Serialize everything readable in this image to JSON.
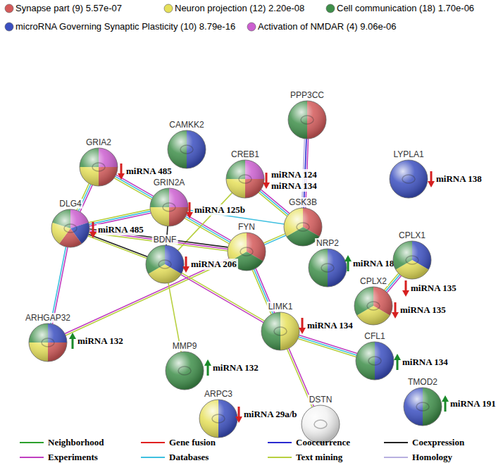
{
  "diagram": {
    "nodes": [
      {
        "text": [
          "CAMKK2"
        ]
      },
      {
        "text": [
          "PPP3CC"
        ]
      },
      {
        "text": [
          "GRIA2",
          "miRNA 485"
        ]
      },
      {
        "text": [
          "CREB1",
          "miRNA 124",
          "miRNA 134"
        ]
      },
      {
        "text": [
          "LYPLA1",
          "miRNA 138"
        ]
      },
      {
        "text": [
          "GRIN2A",
          "miRNA 125b"
        ]
      },
      {
        "text": [
          "GSK3B"
        ]
      },
      {
        "text": [
          "DLG4",
          "miRNA 485"
        ]
      },
      {
        "text": [
          "FYN"
        ]
      },
      {
        "text": [
          "NRP2",
          "miRNA 188"
        ]
      },
      {
        "text": [
          "CPLX1",
          "miRNA 135"
        ]
      },
      {
        "text": [
          "BDNF",
          "miRNA 206"
        ]
      },
      {
        "text": [
          "CPLX2",
          "miRNA 135"
        ]
      },
      {
        "text": [
          "LIMK1",
          "miRNA 134"
        ]
      },
      {
        "text": [
          "ARHGAP32",
          "miRNA 132"
        ]
      },
      {
        "text": [
          "CFL1",
          "miRNA 134"
        ]
      },
      {
        "text": [
          "MMP9",
          "miRNA 132"
        ]
      },
      {
        "text": [
          "ARPC3",
          "miRNA 29a/b"
        ]
      },
      {
        "text": [
          "DSTN"
        ]
      },
      {
        "text": [
          "TMOD2",
          "miRNA 191"
        ]
      }
    ],
    "edges": [
      {
        "from": 2,
        "to": 5,
        "arrow": "none"
      },
      {
        "from": 2,
        "to": 7,
        "arrow": "none"
      },
      {
        "from": 5,
        "to": 7,
        "arrow": "none"
      },
      {
        "from": 5,
        "to": 11,
        "arrow": "none"
      },
      {
        "from": 5,
        "to": 8,
        "arrow": "none"
      },
      {
        "from": 5,
        "to": 6,
        "arrow": "none"
      },
      {
        "from": 3,
        "to": 11,
        "arrow": "none"
      },
      {
        "from": 3,
        "to": 6,
        "arrow": "none"
      },
      {
        "from": 1,
        "to": 6,
        "arrow": "none"
      },
      {
        "from": 6,
        "to": 8,
        "arrow": "none"
      },
      {
        "from": 7,
        "to": 8,
        "arrow": "none"
      },
      {
        "from": 7,
        "to": 11,
        "arrow": "none"
      },
      {
        "from": 7,
        "to": 14,
        "arrow": "none"
      },
      {
        "from": 14,
        "to": 8,
        "arrow": "none"
      },
      {
        "from": 11,
        "to": 16,
        "arrow": "none"
      },
      {
        "from": 11,
        "to": 13,
        "arrow": "none"
      },
      {
        "from": 8,
        "to": 13,
        "arrow": "none"
      },
      {
        "from": 13,
        "to": 15,
        "arrow": "none"
      },
      {
        "from": 13,
        "to": 18,
        "arrow": "none"
      },
      {
        "from": 10,
        "to": 12,
        "arrow": "none"
      }
    ],
    "legend": [
      {
        "text": "Synapse part (9) 5.57e-07",
        "color": "#d45a5a"
      },
      {
        "text": "Neuron projection (12) 2.20e-08",
        "color": "#e6e05a"
      },
      {
        "text": "Cell communication (18) 1.70e-06",
        "color": "#3f8f4a"
      },
      {
        "text": "microRNA Governing Synaptic Plasticity (10) 8.79e-16",
        "color": "#3b4fc0"
      },
      {
        "text": "Activation of NMDAR (4) 9.06e-06",
        "color": "#cc5fd0"
      },
      {
        "text": "Neighborhood"
      },
      {
        "text": "Gene fusion"
      },
      {
        "text": "Cooccurrence"
      },
      {
        "text": "Coexpression"
      },
      {
        "text": "Experiments"
      },
      {
        "text": "Databases"
      },
      {
        "text": "Text mining"
      },
      {
        "text": "Homology"
      }
    ]
  }
}
